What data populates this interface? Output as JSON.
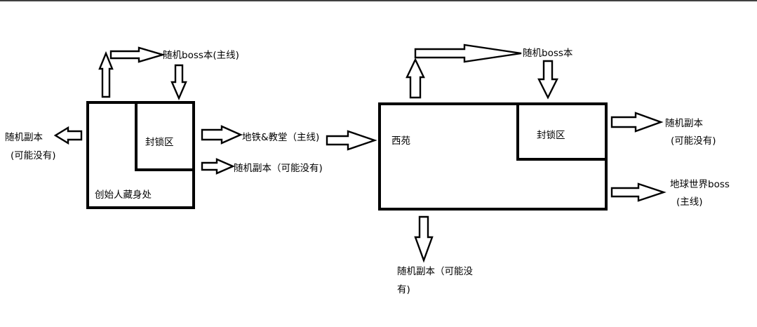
{
  "left_box": {
    "sealed_zone": "封锁区",
    "room_name": "创始人藏身处"
  },
  "left_labels": {
    "boss_main": "随机boss本(主线)",
    "metro_main": "地铁&教堂（主线)",
    "dungeon_maybe": "随机副本（可能没有)",
    "far_left_dungeon_line1": "随机副本",
    "far_left_dungeon_line2": "(可能没有)"
  },
  "right_box": {
    "name": "西苑",
    "sealed_zone": "封锁区"
  },
  "right_labels": {
    "boss": "随机boss本",
    "dungeon_line1": "随机副本",
    "dungeon_line2": "(可能没有)",
    "world_boss_line1": "地球世界boss",
    "world_boss_line2": "(主线)",
    "bottom_dungeon_line1": "随机副本（可能没",
    "bottom_dungeon_line2": "有)"
  }
}
